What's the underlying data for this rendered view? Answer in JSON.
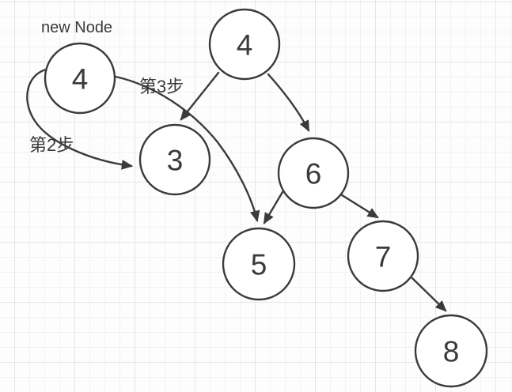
{
  "diagram": {
    "kind": "binary-tree-insertion-diagram",
    "colors": {
      "stroke": "#3a3a3a",
      "node_fill": "#ffffff",
      "background": "#fdfdfd",
      "grid_minor": "#f2f2f2",
      "grid_major": "#e6e6e6"
    },
    "annotations": {
      "new_node": "new Node",
      "step2": "第2步",
      "step3": "第3步"
    },
    "nodes": [
      {
        "id": "new-4",
        "label": "4"
      },
      {
        "id": "root-4",
        "label": "4"
      },
      {
        "id": "n3",
        "label": "3"
      },
      {
        "id": "n6",
        "label": "6"
      },
      {
        "id": "n5",
        "label": "5"
      },
      {
        "id": "n7",
        "label": "7"
      },
      {
        "id": "n8",
        "label": "8"
      }
    ],
    "edges": [
      {
        "from": "root-4",
        "to": "n3"
      },
      {
        "from": "root-4",
        "to": "n6"
      },
      {
        "from": "n6",
        "to": "n5"
      },
      {
        "from": "n6",
        "to": "n7"
      },
      {
        "from": "n7",
        "to": "n8"
      },
      {
        "from": "new-4",
        "to": "n3",
        "label": "第2步"
      },
      {
        "from": "new-4",
        "to": "n5",
        "label": "第3步"
      }
    ]
  }
}
